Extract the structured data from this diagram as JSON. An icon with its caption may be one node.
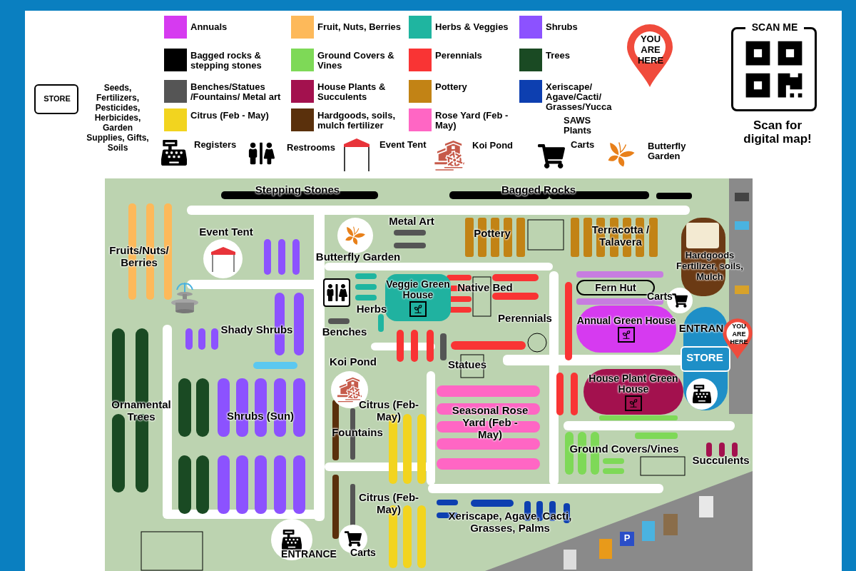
{
  "diagram": {
    "nodes": [
      {
        "text": [
          "Veggie Green House"
        ]
      },
      {
        "text": [
          "Fern Hut"
        ]
      },
      {
        "text": [
          "Annual Green House"
        ]
      },
      {
        "text": [
          "House Plant Green House"
        ]
      }
    ],
    "edges": [],
    "labels": [
      "STORE",
      "YOU ARE HERE",
      "SCAN ME",
      "Scan for digital map!",
      "Stepping Stones",
      "Bagged Rocks",
      "Event Tent",
      "Fruits/Nuts/ Berries",
      "Metal Art",
      "Butterfly Garden",
      "Pottery",
      "Terracotta / Talavera",
      "Hardgoods Fertilizer, soils, Mulch",
      "Native Bed",
      "Herbs",
      "Perennials",
      "Carts",
      "Shady Shrubs",
      "Benches",
      "ENTRAN",
      "YOU ARE HERE",
      "STORE",
      "Koi Pond",
      "Statues",
      "Ornamental Trees",
      "Shrubs (Sun)",
      "Citrus (Feb-May)",
      "Fountains",
      "Seasonal Rose Yard (Feb - May)",
      "Ground Covers/Vines",
      "Succulents",
      "Citrus (Feb-May)",
      "Xeriscape, Agave, Cacti, Grasses, Palms",
      "ENTRANCE",
      "Carts",
      "P"
    ],
    "legend": [
      {
        "text": "Annuals",
        "color": "#d63af0"
      },
      {
        "text": "Fruit, Nuts, Berries",
        "color": "#fdb95a"
      },
      {
        "text": "Herbs & Veggies",
        "color": "#1fb5a0"
      },
      {
        "text": "Shrubs",
        "color": "#8c52ff"
      },
      {
        "text": "Bagged rocks & stepping stones",
        "color": "#000000"
      },
      {
        "text": "Ground Covers & Vines",
        "color": "#7ed957"
      },
      {
        "text": "Perennials",
        "color": "#f93434"
      },
      {
        "text": "Trees",
        "color": "#1a4a23"
      },
      {
        "text": "Benches/Statues /Fountains/ Metal art",
        "color": "#555555"
      },
      {
        "text": "House Plants & Succulents",
        "color": "#a3114e"
      },
      {
        "text": "Pottery",
        "color": "#c28315"
      },
      {
        "text": "Xeriscape/ Agave/Cacti/ Grasses/Yucca",
        "color": "#0d3fb0"
      },
      {
        "text": "Citrus (Feb - May)",
        "color": "#f2d41f"
      },
      {
        "text": "Hardgoods, soils, mulch fertilizer",
        "color": "#5a300c"
      },
      {
        "text": "Rose Yard (Feb - May)",
        "color": "#ff66c4"
      },
      {
        "text": "Seeds, Fertilizers, Pesticides, Herbicides, Garden Supplies, Gifts, Soils"
      },
      {
        "text": "SAWS Plants"
      },
      {
        "text": "Registers"
      },
      {
        "text": "Restrooms"
      },
      {
        "text": "Event Tent"
      },
      {
        "text": "Koi Pond"
      },
      {
        "text": "Carts"
      },
      {
        "text": "Butterfly Garden"
      }
    ]
  }
}
